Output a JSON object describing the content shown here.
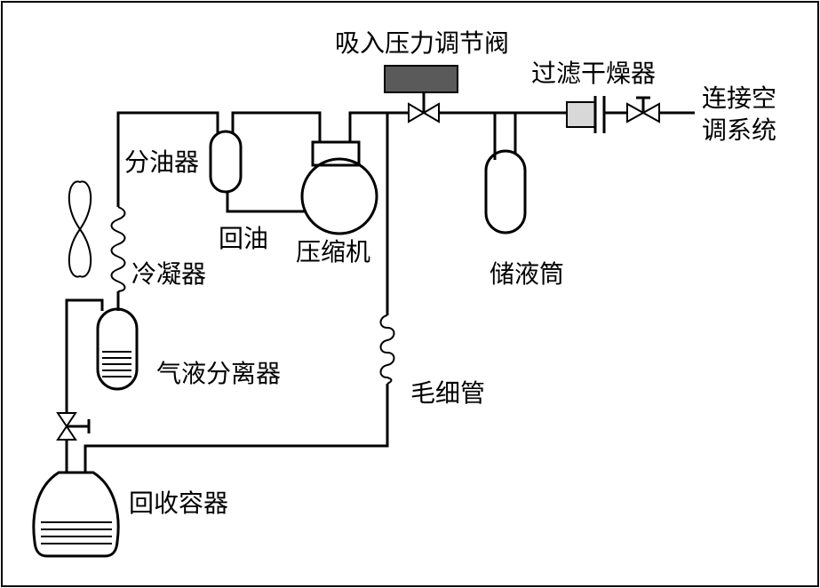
{
  "labels": {
    "suction_valve": "吸入压力调节阀",
    "filter_drier": "过滤干燥器",
    "connect_ac_line1": "连接空",
    "connect_ac_line2": "调系统",
    "oil_separator": "分油器",
    "oil_return": "回油",
    "compressor": "压缩机",
    "receiver": "储液筒",
    "condenser": "冷凝器",
    "gas_liquid_separator": "气液分离器",
    "capillary": "毛细管",
    "recovery_container": "回收容器"
  },
  "colors": {
    "line": "#000000",
    "valve_block": "#5a5a5a",
    "filter_block": "#d8d8d8",
    "background": "#ffffff"
  }
}
